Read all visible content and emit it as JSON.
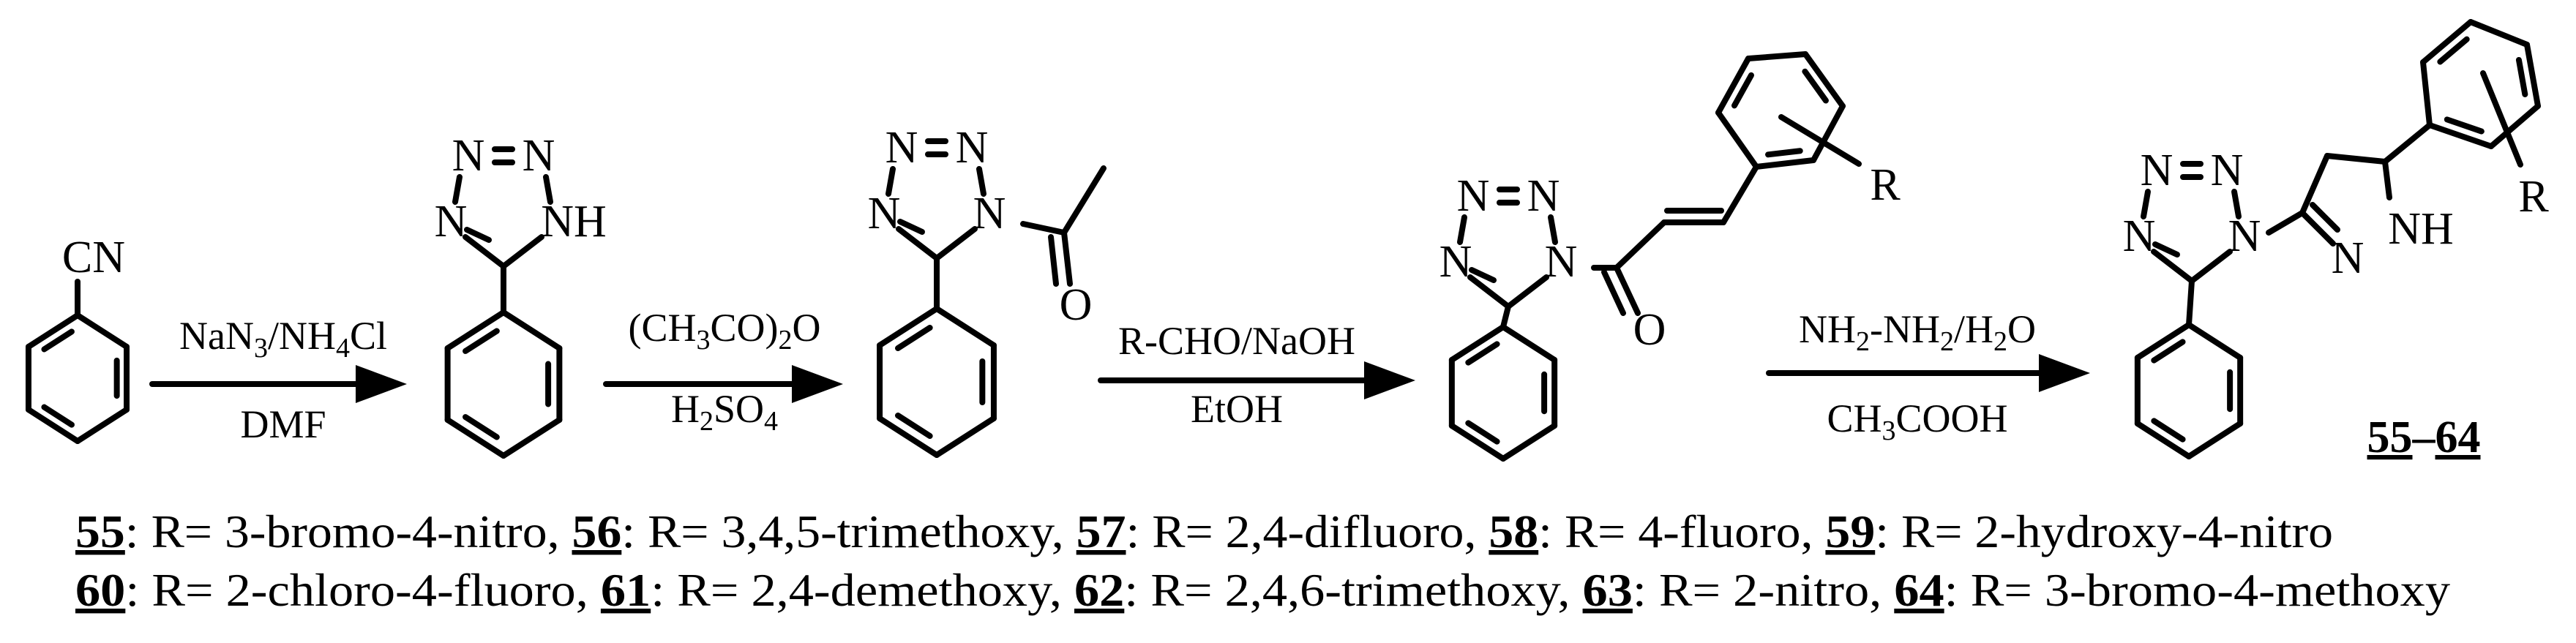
{
  "colors": {
    "ink": "#000000",
    "background": "#ffffff"
  },
  "atoms": {
    "cn": "CN",
    "n": "N",
    "nh": "NH",
    "o": "O",
    "r": "R"
  },
  "steps": [
    {
      "above": [
        {
          "t": "NaN"
        },
        {
          "t": "3",
          "sub": true
        },
        {
          "t": "/NH"
        },
        {
          "t": "4",
          "sub": true
        },
        {
          "t": "Cl"
        }
      ],
      "below": [
        {
          "t": "DMF"
        }
      ]
    },
    {
      "above": [
        {
          "t": "(CH"
        },
        {
          "t": "3",
          "sub": true
        },
        {
          "t": "CO)"
        },
        {
          "t": "2",
          "sub": true
        },
        {
          "t": "O"
        }
      ],
      "below": [
        {
          "t": "H"
        },
        {
          "t": "2",
          "sub": true
        },
        {
          "t": "SO"
        },
        {
          "t": "4",
          "sub": true
        }
      ]
    },
    {
      "above": [
        {
          "t": "R-CHO/NaOH"
        }
      ],
      "below": [
        {
          "t": "EtOH"
        }
      ]
    },
    {
      "above": [
        {
          "t": "NH"
        },
        {
          "t": "2",
          "sub": true
        },
        {
          "t": "-NH"
        },
        {
          "t": "2",
          "sub": true
        },
        {
          "t": "/H"
        },
        {
          "t": "2",
          "sub": true
        },
        {
          "t": "O"
        }
      ],
      "below": [
        {
          "t": "CH"
        },
        {
          "t": "3",
          "sub": true
        },
        {
          "t": "COOH"
        }
      ]
    }
  ],
  "product_label": {
    "from": "55",
    "dash": "–",
    "to": "64"
  },
  "legend": [
    [
      {
        "compound": "55",
        "r": "3-bromo-4-nitro"
      },
      {
        "compound": "56",
        "r": "3,4,5-trimethoxy"
      },
      {
        "compound": "57",
        "r": "2,4-difluoro"
      },
      {
        "compound": "58",
        "r": "4-fluoro"
      },
      {
        "compound": "59",
        "r": "2-hydroxy-4-nitro"
      }
    ],
    [
      {
        "compound": "60",
        "r": "2-chloro-4-fluoro"
      },
      {
        "compound": "61",
        "r": "2,4-demethoxy"
      },
      {
        "compound": "62",
        "r": "2,4,6-trimethoxy"
      },
      {
        "compound": "63",
        "r": "2-nitro"
      },
      {
        "compound": "64",
        "r": "3-bromo-4-methoxy"
      }
    ]
  ],
  "legend_prefix": ": R= "
}
